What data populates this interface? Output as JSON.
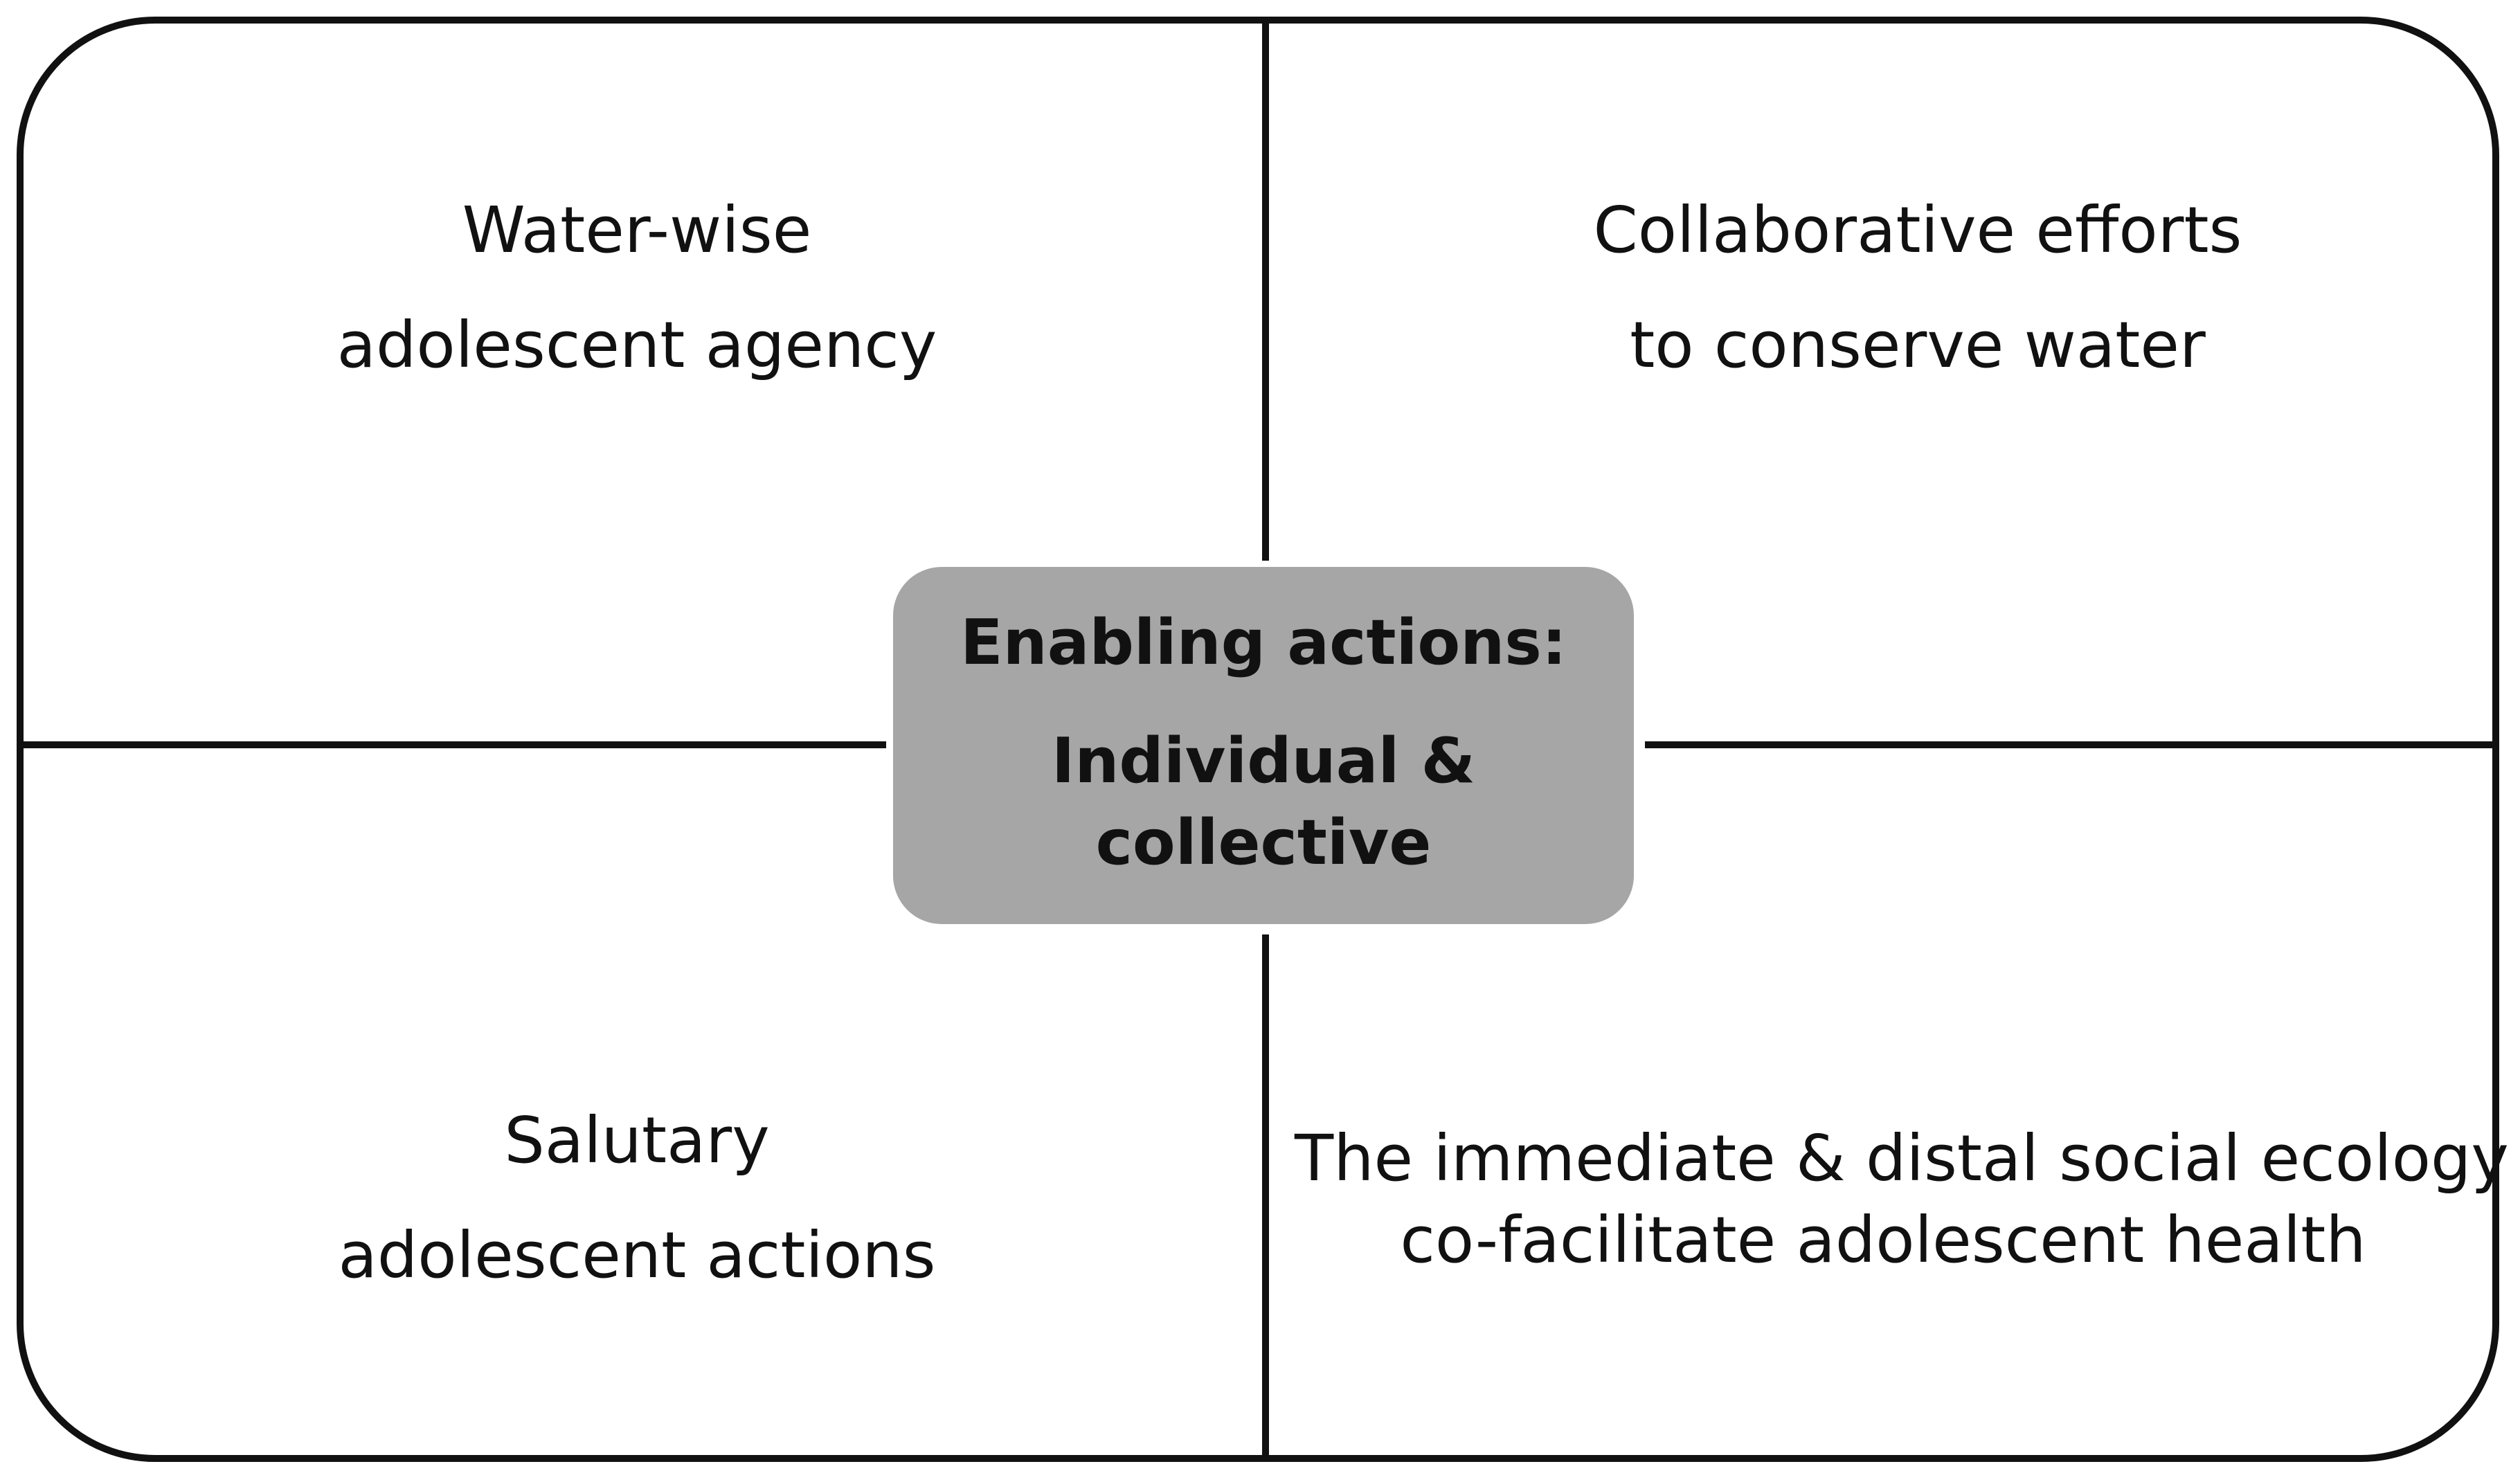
{
  "diagram": {
    "center": {
      "heading": "Enabling actions:",
      "lines": [
        "Individual &",
        "collective"
      ]
    },
    "quadrants": {
      "top_left": {
        "lines": [
          "Water-wise",
          "adolescent agency"
        ]
      },
      "top_right": {
        "lines": [
          "Collaborative efforts",
          "to conserve water"
        ]
      },
      "bottom_left": {
        "lines": [
          "Salutary",
          "adolescent actions"
        ]
      },
      "bottom_right": {
        "lines": [
          "The immediate & distal social ecology",
          "co-facilitate adolescent health"
        ]
      }
    }
  }
}
